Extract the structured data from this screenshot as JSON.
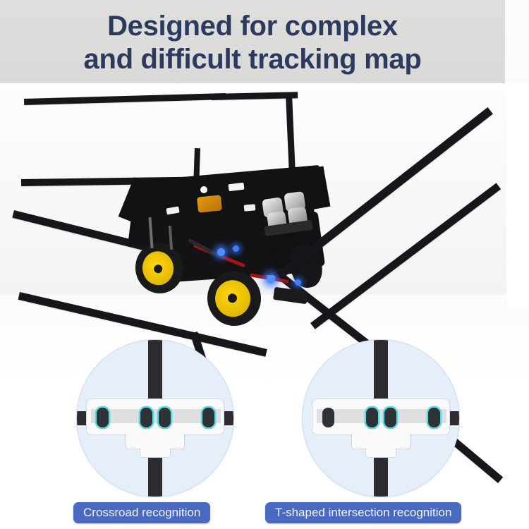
{
  "header": {
    "title_line_1": "Designed for complex",
    "title_line_2": "and difficult tracking map",
    "title_color": "#2c3a5e",
    "band_color": "#dcdcdb"
  },
  "photo": {
    "subject": "4wd-line-tracking-robot-car",
    "surface": "white-board-with-black-tape-track",
    "tape_color": "#17161a",
    "wheel_color": "#f2c200",
    "chassis_color": "#121214",
    "led_color": "#2b6cff"
  },
  "insets": [
    {
      "id": "crossroad",
      "icon": "crossroad-diagram-icon",
      "circle_color": "#e6eef9",
      "line_color": "#2b2b30",
      "board_color": "#fafafa",
      "sensor_color": "#2f3338",
      "sensor_highlight_color": "#62d9df",
      "arms": [
        "up",
        "down",
        "left",
        "right"
      ],
      "sensors": [
        {
          "position_pct": 11,
          "lit": true
        },
        {
          "position_pct": 42,
          "lit": true
        },
        {
          "position_pct": 54,
          "lit": true
        },
        {
          "position_pct": 85,
          "lit": true
        }
      ],
      "label": "Crossroad recognition"
    },
    {
      "id": "t-intersection",
      "icon": "t-junction-diagram-icon",
      "circle_color": "#e6eef9",
      "line_color": "#2b2b30",
      "board_color": "#fafafa",
      "sensor_color": "#2f3338",
      "sensor_highlight_color": "#62d9df",
      "arms": [
        "up",
        "down",
        "right"
      ],
      "sensors": [
        {
          "position_pct": 11,
          "lit": false
        },
        {
          "position_pct": 42,
          "lit": true
        },
        {
          "position_pct": 54,
          "lit": true
        },
        {
          "position_pct": 85,
          "lit": true
        }
      ],
      "label": "T-shaped intersection recognition"
    }
  ],
  "badges": {
    "left_label": "Crossroad recognition",
    "right_label": "T-shaped intersection recognition",
    "background_color": "#4a6ac2",
    "text_color": "#f2f5fc"
  }
}
